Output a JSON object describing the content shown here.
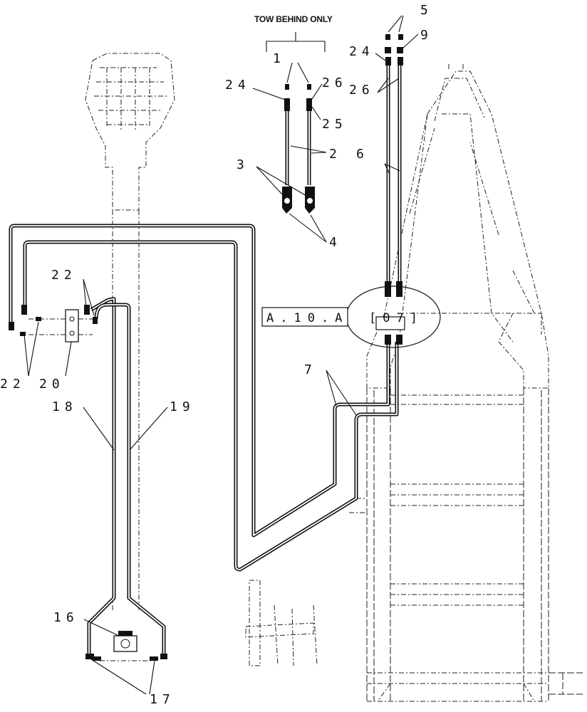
{
  "diagram": {
    "header": "TOW BEHIND ONLY",
    "reference_box": {
      "part1": "A.10.A",
      "part2": "[07]"
    },
    "callouts": [
      {
        "id": "c1",
        "text": "1"
      },
      {
        "id": "c2",
        "text": "2"
      },
      {
        "id": "c3",
        "text": "3"
      },
      {
        "id": "c4",
        "text": "4"
      },
      {
        "id": "c5",
        "text": "5"
      },
      {
        "id": "c6",
        "text": "6"
      },
      {
        "id": "c7",
        "text": "7"
      },
      {
        "id": "c9",
        "text": "9"
      },
      {
        "id": "c16",
        "text": "16"
      },
      {
        "id": "c17",
        "text": "17"
      },
      {
        "id": "c18",
        "text": "18"
      },
      {
        "id": "c19",
        "text": "19"
      },
      {
        "id": "c20",
        "text": "20"
      },
      {
        "id": "c22a",
        "text": "22"
      },
      {
        "id": "c22b",
        "text": "22"
      },
      {
        "id": "c24a",
        "text": "24"
      },
      {
        "id": "c24b",
        "text": "24"
      },
      {
        "id": "c25",
        "text": "25"
      },
      {
        "id": "c26a",
        "text": "26"
      },
      {
        "id": "c26b",
        "text": "26"
      }
    ]
  }
}
